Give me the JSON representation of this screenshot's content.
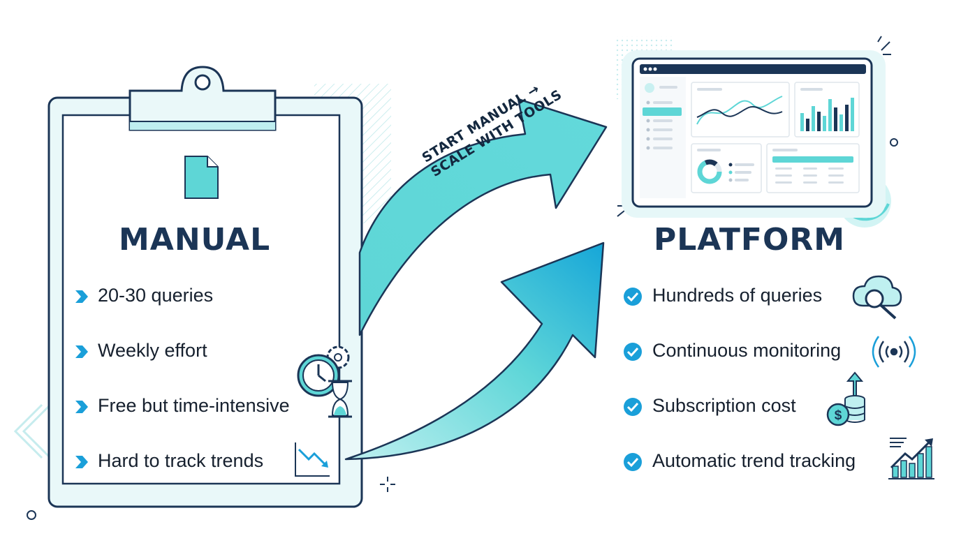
{
  "manual": {
    "title": "MANUAL",
    "items": [
      "20-30 queries",
      "Weekly effort",
      "Free but time-intensive",
      "Hard to track trends"
    ]
  },
  "transition": {
    "line1": "START MANUAL →",
    "line2": "SCALE WITH TOOLS"
  },
  "platform": {
    "title": "PLATFORM",
    "items": [
      "Hundreds of queries",
      "Continuous monitoring",
      "Subscription cost",
      "Automatic trend tracking"
    ]
  },
  "colors": {
    "navy": "#1b3556",
    "teal": "#5ed6d6",
    "teal_light": "#e6f7f8",
    "blue_accent": "#1a9fd9"
  }
}
